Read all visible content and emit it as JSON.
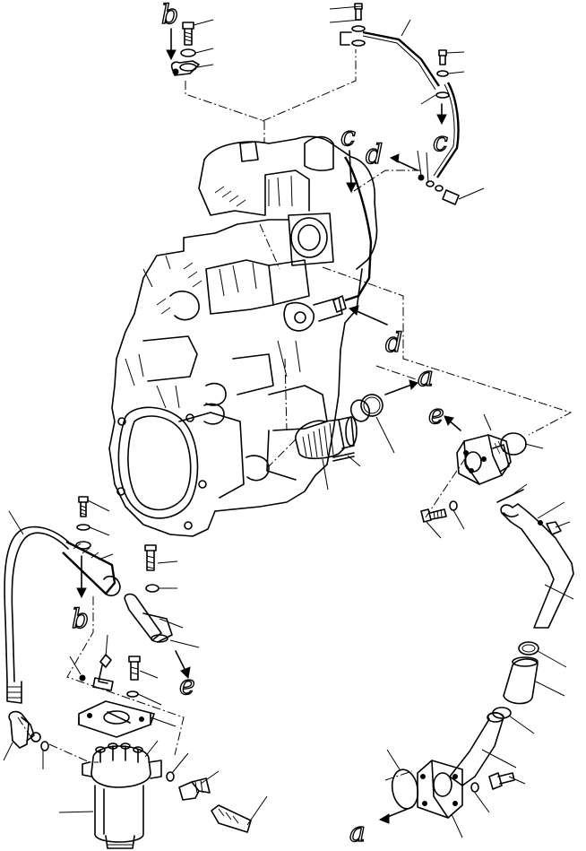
{
  "callouts": {
    "b_top": "b",
    "c_top": "c",
    "c_right": "c",
    "d_top": "d",
    "d_mid": "d",
    "a_right": "a",
    "e_right": "e",
    "b_left": "b",
    "e_left": "e",
    "a_bottom": "a"
  }
}
